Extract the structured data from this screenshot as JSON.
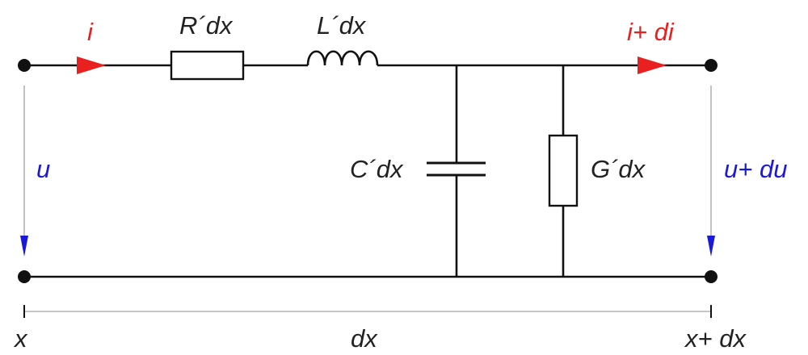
{
  "labels": {
    "current_in": "i",
    "resistance": "R´dx",
    "inductance": "L´dx",
    "current_out": "i+ di",
    "voltage_in": "u",
    "capacitance": "C´dx",
    "conductance": "G´dx",
    "voltage_out": "u+ du",
    "position_start": "x",
    "segment_length": "dx",
    "position_end": "x+ dx"
  },
  "colors": {
    "current": "#e8201f",
    "voltage": "#1a1ad6",
    "wire": "#111111",
    "dimension_line": "#b4b4b4",
    "text": "#222222"
  }
}
